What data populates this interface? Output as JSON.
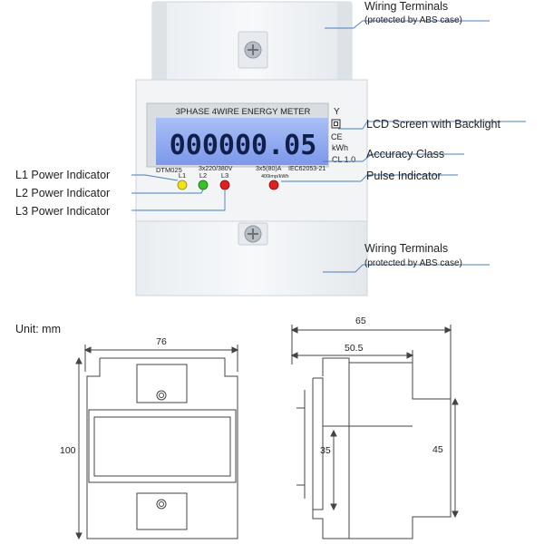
{
  "meter": {
    "panel_title": "3PHASE 4WIRE ENERGY METER",
    "reading": "000000.05",
    "unit": "kWh",
    "accuracy": "CL 1.0",
    "model": "DTM025",
    "voltage": "3x220/380V",
    "current": "3x5(80)A",
    "standard": "IEC62053-21",
    "impulse": "400imp/kWh",
    "phase_labels": [
      "L1",
      "L2",
      "L3"
    ],
    "led_colors": {
      "l1": "#f2e11c",
      "l2": "#3bbf2a",
      "l3": "#e02020",
      "pulse": "#e02020"
    },
    "lcd_color": "#8aa6f2"
  },
  "callouts": {
    "wiring_top_title": "Wiring Terminals",
    "wiring_top_sub": "(protected by ABS case)",
    "lcd": "LCD Screen with Backlight",
    "accuracy": "Accuracy Class",
    "pulse": "Pulse Indicator",
    "l1": "L1 Power Indicator",
    "l2": "L2 Power Indicator",
    "l3": "L3 Power Indicator",
    "wiring_bottom_title": "Wiring Terminals",
    "wiring_bottom_sub": "(protected by ABS case)"
  },
  "dimensions": {
    "unit_label": "Unit: mm",
    "width": "76",
    "height": "100",
    "depth_total": "65",
    "depth_body": "50.5",
    "side_left": "35",
    "side_right": "45"
  }
}
